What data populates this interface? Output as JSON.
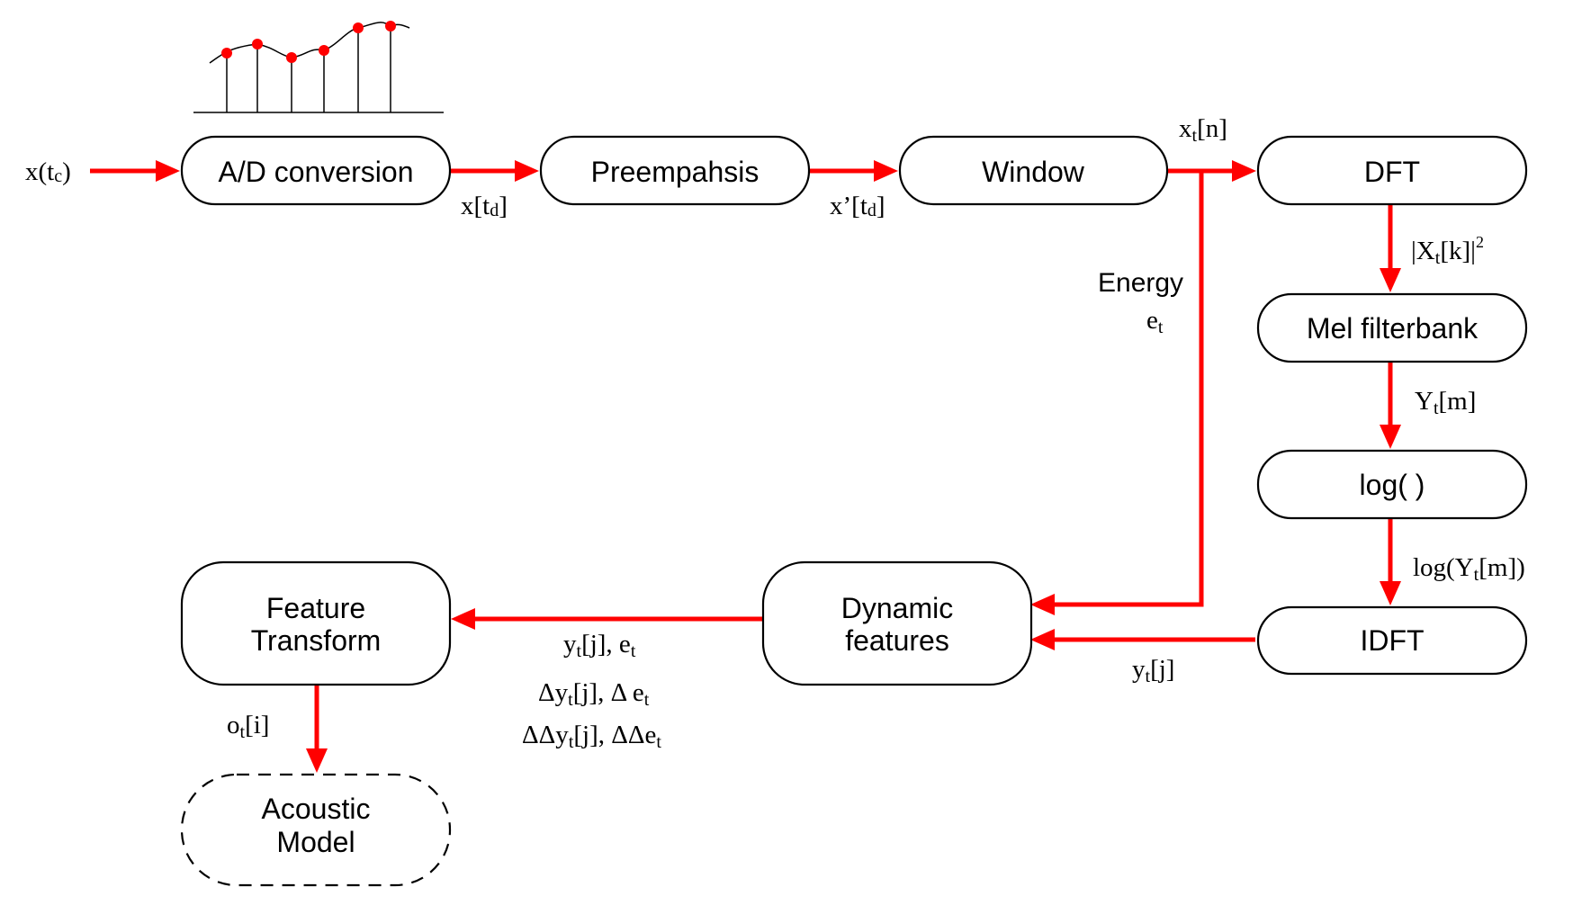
{
  "boxes": {
    "ad": "A/D conversion",
    "preemph": "Preempahsis",
    "window": "Window",
    "dft": "DFT",
    "mel": "Mel filterbank",
    "log": "log(  )",
    "idft": "IDFT",
    "dynamic_line1": "Dynamic",
    "dynamic_line2": "features",
    "transform_line1": "Feature",
    "transform_line2": "Transform",
    "acoustic_line1": "Acoustic",
    "acoustic_line2": "Model"
  },
  "labels": {
    "x_tc_base": "x(t",
    "x_tc_sub": "c",
    "x_tc_close": ")",
    "x_td_base": "x[t",
    "x_td_sub": "d",
    "x_td_close": "]",
    "xp_td_base": "x’[t",
    "xp_td_sub": "d",
    "xp_td_close": "]",
    "xt_n_base": "x",
    "xt_n_sub": "t",
    "xt_n_rest": "[n]",
    "power_base": "|X",
    "power_sub": "t",
    "power_rest": "[k]|",
    "power_sup": "2",
    "energy": "Energy",
    "et_base": "e",
    "et_sub": "t",
    "Yt_base": "Y",
    "Yt_sub": "t",
    "Yt_rest": "[m]",
    "logY_base": "log(Y",
    "logY_sub": "t",
    "logY_rest": "[m])",
    "yt_j_base": "y",
    "yt_j_sub": "t",
    "yt_j_rest": "[j]",
    "feat1_a": "y",
    "feat1_a_sub": "t",
    "feat1_b": "[j],  e",
    "feat1_b_sub": "t",
    "feat2_a": "Δy",
    "feat2_a_sub": "t",
    "feat2_b": "[j],  Δ e",
    "feat2_b_sub": "t",
    "feat3_a": "ΔΔy",
    "feat3_a_sub": "t",
    "feat3_b": "[j],  ΔΔe",
    "feat3_b_sub": "t",
    "ot_base": "o",
    "ot_sub": "t",
    "ot_rest": "[i]"
  },
  "colors": {
    "arrow": "#ff0000",
    "sample_dot": "#ff0000",
    "box_stroke": "#000000"
  },
  "icons": {
    "sampled_signal": "sampled-waveform-icon"
  }
}
